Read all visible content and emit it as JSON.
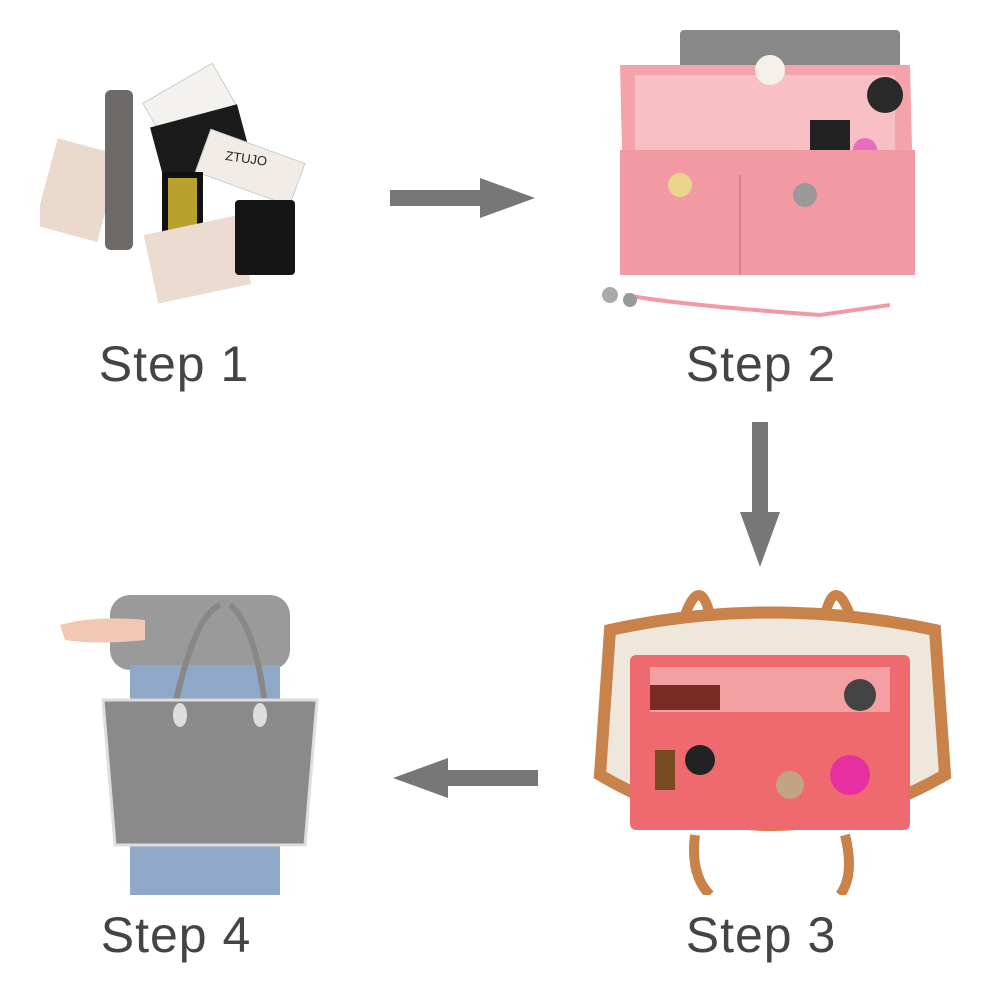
{
  "steps": [
    {
      "label": "Step 1",
      "image": "cosmetics-pile"
    },
    {
      "label": "Step 2",
      "image": "pink-felt-organizer"
    },
    {
      "label": "Step 3",
      "image": "organizer-in-tote"
    },
    {
      "label": "Step 4",
      "image": "person-carrying-tote"
    }
  ],
  "brand_text": "ZTUJO",
  "colors": {
    "arrow": "#777777",
    "text": "#444444",
    "pink": "#f2a0a8",
    "coral": "#ef6a6f",
    "tote_gray": "#8a8a8a"
  }
}
